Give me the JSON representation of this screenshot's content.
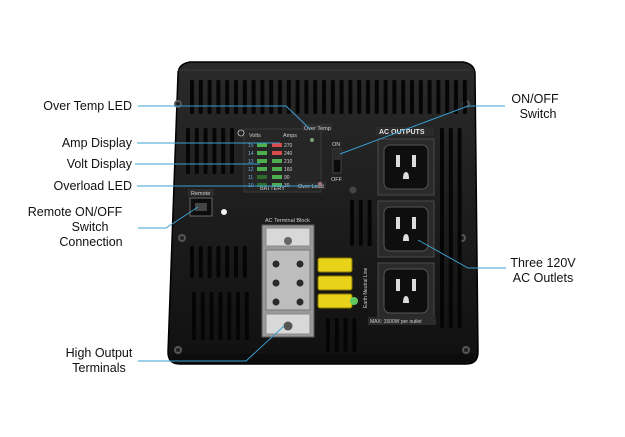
{
  "labels": {
    "over_temp_led": "Over Temp LED",
    "amp_display": "Amp Display",
    "volt_display": "Volt Display",
    "overload_led": "Overload LED",
    "remote_switch_line1": "Remote ON/OFF",
    "remote_switch_line2": "Switch",
    "remote_switch_line3": "Connection",
    "high_output_line1": "High Output",
    "high_output_line2": "Terminals",
    "onoff_line1": "ON/OFF",
    "onoff_line2": "Switch",
    "outlets_line1": "Three 120V",
    "outlets_line2": "AC Outlets"
  },
  "device": {
    "volts_label": "Volts",
    "amps_label": "Amps",
    "over_temp": "Over Temp",
    "battery": "BATTERY",
    "over_load": "Over Load",
    "on": "ON",
    "off": "OFF",
    "remote": "Remote",
    "ac_terminal_block": "AC Terminal Block",
    "ac_outputs": "AC OUTPUTS",
    "earth": "Earth Neutral Line",
    "max_rating": "MAX: 1500W per outlet",
    "volt_scale": [
      "15",
      "14",
      "13",
      "12",
      "11",
      "10"
    ],
    "amp_scale": [
      "270",
      "240",
      "210",
      "160",
      "90",
      "30"
    ]
  },
  "colors": {
    "chassis": "#161616",
    "panel": "#1e1e1e",
    "callout": "#3a9fd0",
    "led_green": "#5fc85f",
    "terminal_yellow": "#e8d31a"
  }
}
